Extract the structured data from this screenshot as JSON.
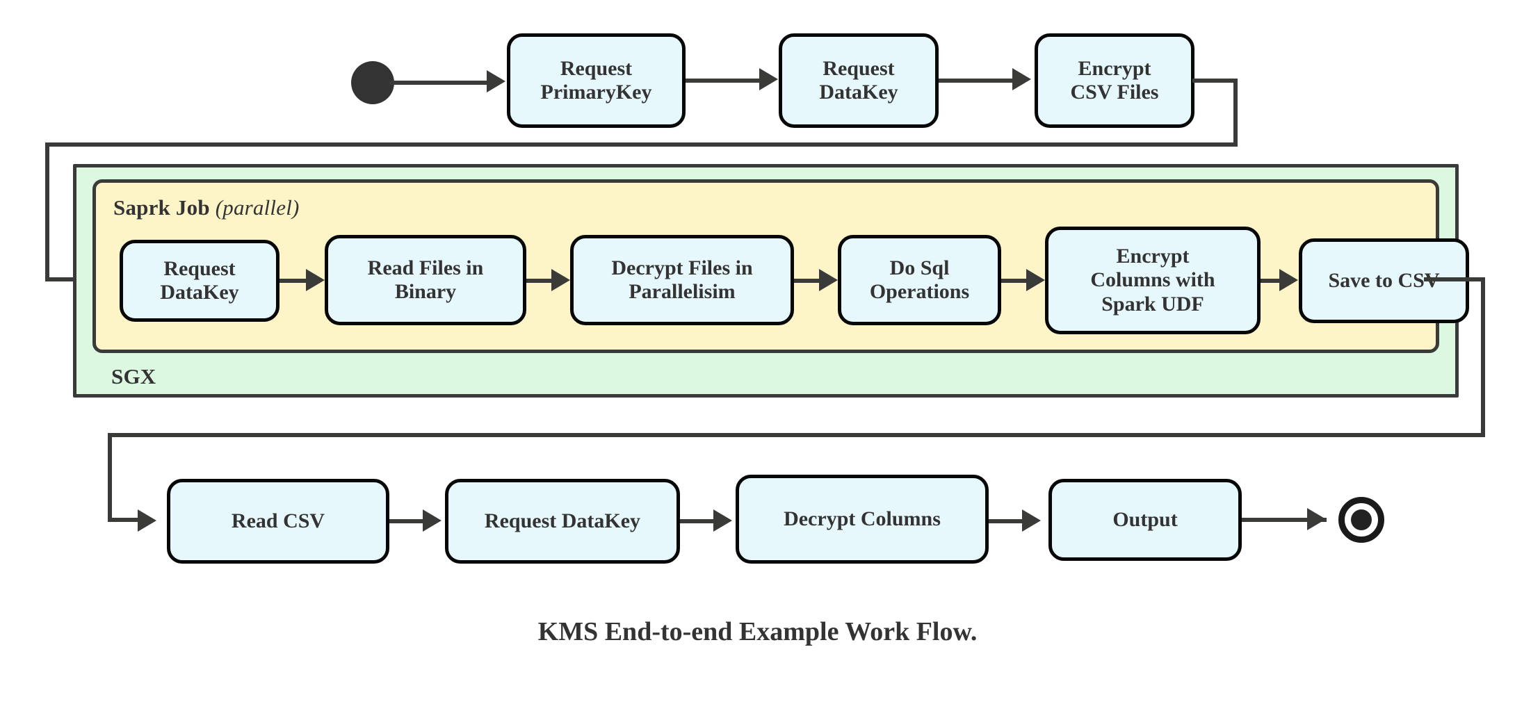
{
  "diagram": {
    "caption": "KMS End-to-end Example Work Flow.",
    "colors": {
      "node_fill": "#e6f8fc",
      "node_stroke": "#070707",
      "sgx_fill": "#ddf8e1",
      "spark_fill": "#fdf5c8",
      "container_stroke": "#3a3a38",
      "connector": "#3a3a38",
      "text": "#333333",
      "page_background": "#ffffff"
    },
    "containers": [
      {
        "id": "sgx",
        "label": "SGX",
        "label_position": "bottom-left",
        "fill": "#ddf8e1"
      },
      {
        "id": "spark",
        "label": "Saprk Job",
        "label_suffix": "(parallel)",
        "label_position": "top-left",
        "fill": "#fdf5c8"
      }
    ],
    "terminals": {
      "start": "filled-circle",
      "end": "bullseye-circle"
    },
    "rows": {
      "top": {
        "nodes": [
          {
            "id": "request-primarykey",
            "label": "Request\nPrimaryKey"
          },
          {
            "id": "request-datakey-top",
            "label": "Request\nDataKey"
          },
          {
            "id": "encrypt-csv-files",
            "label": "Encrypt\nCSV Files"
          }
        ]
      },
      "spark": {
        "nodes": [
          {
            "id": "request-datakey-spark",
            "label": "Request\nDataKey"
          },
          {
            "id": "read-files-in-binary",
            "label": "Read Files in\nBinary"
          },
          {
            "id": "decrypt-files-parallel",
            "label": "Decrypt Files in\nParallelisim"
          },
          {
            "id": "do-sql-operations",
            "label": "Do Sql\nOperations"
          },
          {
            "id": "encrypt-columns-udf",
            "label": "Encrypt\nColumns with\nSpark UDF"
          },
          {
            "id": "save-to-csv",
            "label": "Save to CSV"
          }
        ]
      },
      "bottom": {
        "nodes": [
          {
            "id": "read-csv",
            "label": "Read CSV"
          },
          {
            "id": "request-datakey-out",
            "label": "Request DataKey"
          },
          {
            "id": "decrypt-columns",
            "label": "Decrypt Columns"
          },
          {
            "id": "output",
            "label": "Output"
          }
        ]
      }
    },
    "flow_order": [
      "start",
      "Request PrimaryKey",
      "Request DataKey",
      "Encrypt CSV Files",
      "Request DataKey",
      "Read Files in Binary",
      "Decrypt Files in Parallelisim",
      "Do Sql Operations",
      "Encrypt Columns with Spark UDF",
      "Save to CSV",
      "Read CSV",
      "Request DataKey",
      "Decrypt Columns",
      "Output",
      "end"
    ]
  }
}
